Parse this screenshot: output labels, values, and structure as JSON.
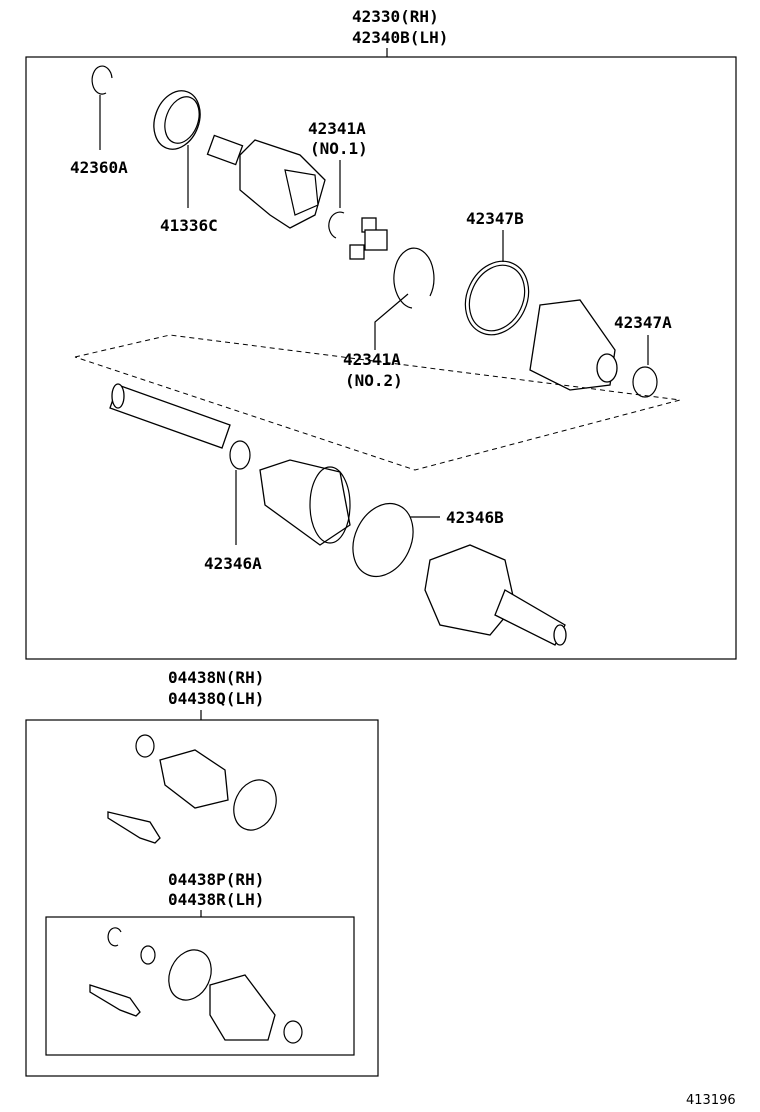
{
  "main_assembly": {
    "title_rh": "42330(RH)",
    "title_lh": "42340B(LH)",
    "parts": {
      "snap_ring": "42360A",
      "dust_seal": "41336C",
      "snap_ring_no1": "42341A",
      "snap_ring_no1_note": "(NO.1)",
      "snap_ring_no2": "42341A",
      "snap_ring_no2_note": "(NO.2)",
      "boot_clamp_b": "42347B",
      "boot_clamp_a": "42347A",
      "outer_clamp_b": "42346B",
      "outer_clamp_a": "42346A"
    }
  },
  "kit_1": {
    "title_rh": "04438N(RH)",
    "title_lh": "04438Q(LH)"
  },
  "kit_2": {
    "title_rh": "04438P(RH)",
    "title_lh": "04438R(LH)"
  },
  "diagram_code": "413196"
}
